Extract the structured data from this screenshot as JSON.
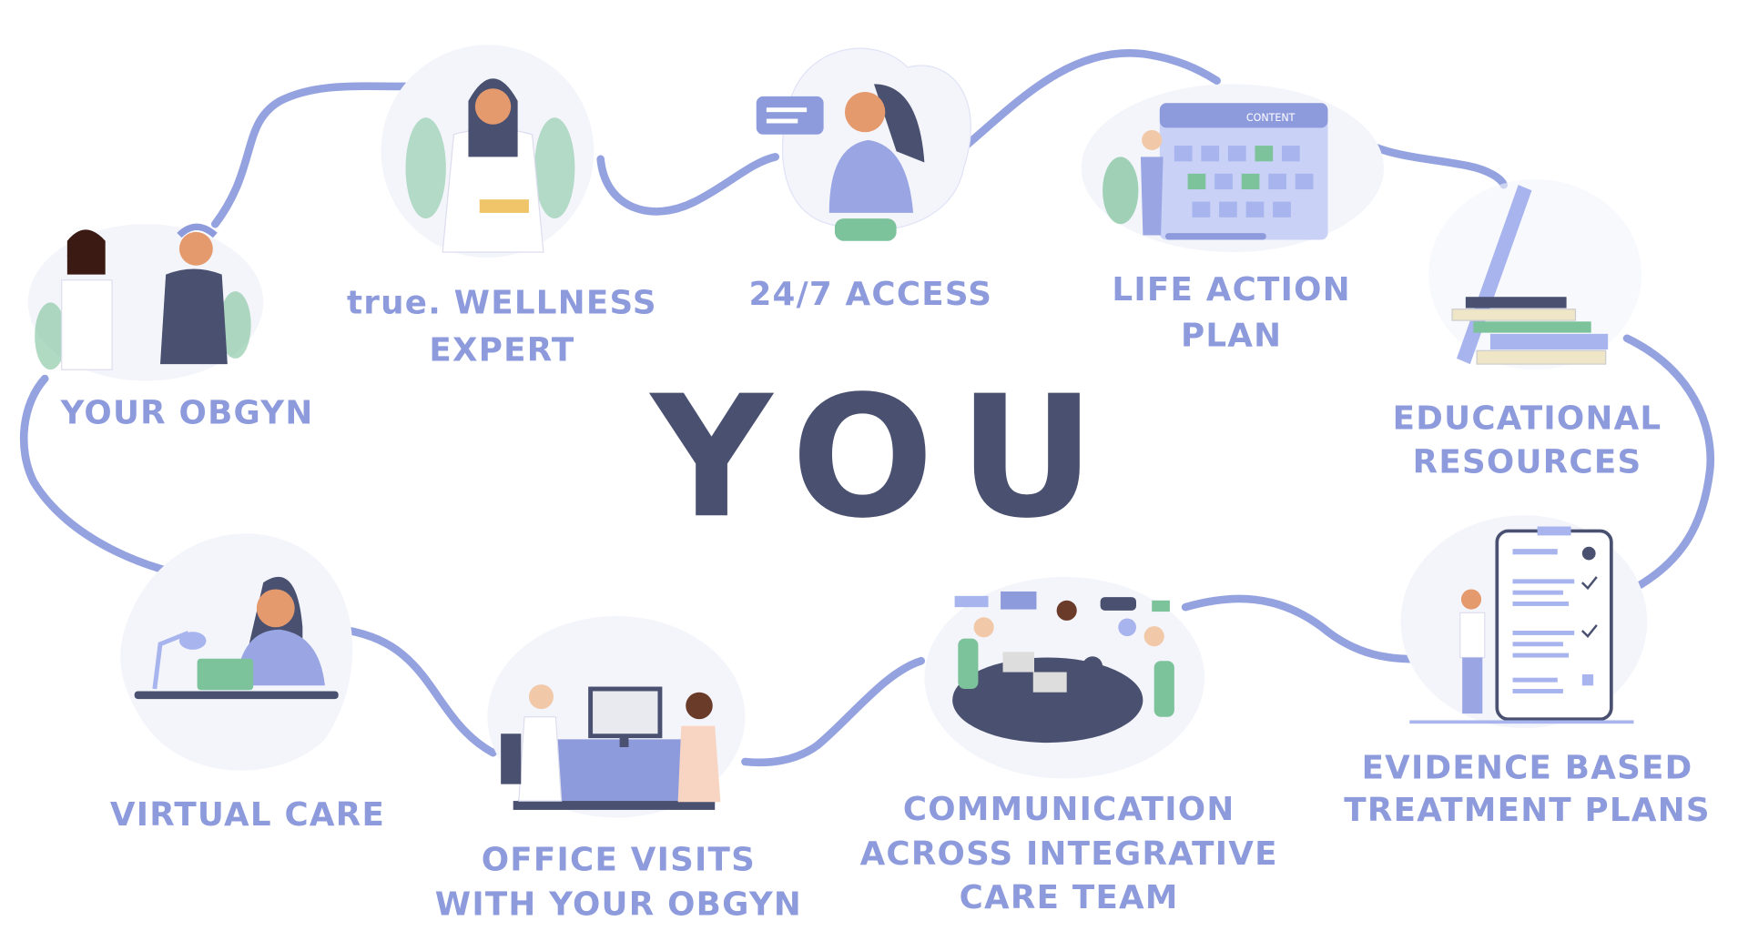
{
  "center_label": "YOU",
  "colors": {
    "label": "#8d9bdc",
    "center": "#4a5170",
    "path": "#95a2e0",
    "accent_green": "#7cc29a",
    "skin": "#e59a6e"
  },
  "nodes": [
    {
      "id": "obgyn",
      "lines": [
        "YOUR OBGYN"
      ],
      "icon": "doctor-and-patient-illustration"
    },
    {
      "id": "wellness",
      "lines": [
        "true. WELLNESS",
        "EXPERT"
      ],
      "icon": "wellness-expert-illustration"
    },
    {
      "id": "access",
      "lines": [
        "24/7 ACCESS"
      ],
      "icon": "phone-chat-illustration"
    },
    {
      "id": "life",
      "lines": [
        "LIFE ACTION",
        "PLAN"
      ],
      "icon": "calendar-plan-illustration",
      "badge": "CONTENT"
    },
    {
      "id": "education",
      "lines": [
        "EDUCATIONAL",
        "RESOURCES"
      ],
      "icon": "books-illustration"
    },
    {
      "id": "evidence",
      "lines": [
        "EVIDENCE BASED",
        "TREATMENT PLANS"
      ],
      "icon": "checklist-illustration"
    },
    {
      "id": "communication",
      "lines": [
        "COMMUNICATION",
        "ACROSS INTEGRATIVE",
        "CARE TEAM"
      ],
      "icon": "team-meeting-illustration"
    },
    {
      "id": "office",
      "lines": [
        "OFFICE VISITS",
        "WITH YOUR OBGYN"
      ],
      "icon": "office-visit-illustration"
    },
    {
      "id": "virtual",
      "lines": [
        "VIRTUAL CARE"
      ],
      "icon": "laptop-illustration"
    }
  ]
}
